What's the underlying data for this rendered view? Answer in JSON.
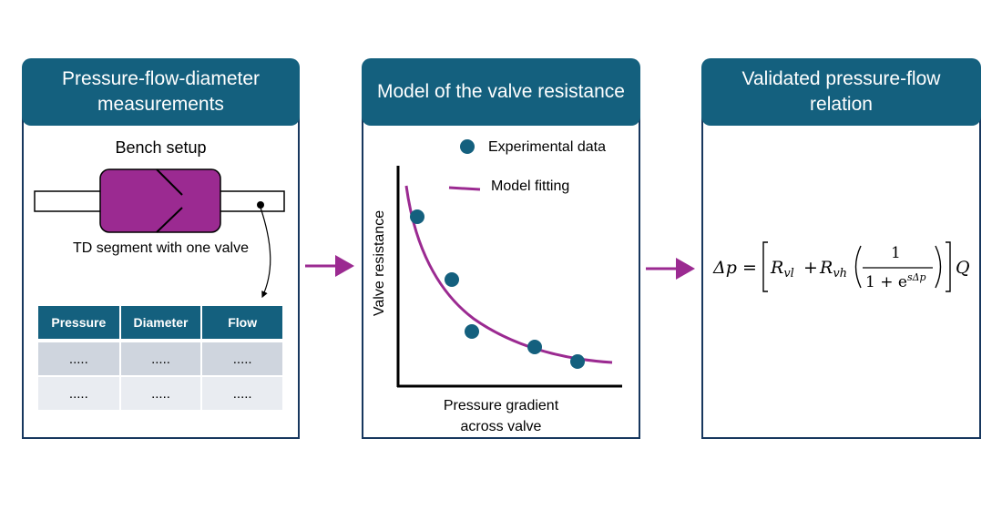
{
  "panels": {
    "left": {
      "title": "Pressure-flow-diameter measurements",
      "subtitle": "Bench setup",
      "caption": "TD segment with one valve",
      "table": {
        "headers": [
          "Pressure",
          "Diameter",
          "Flow"
        ],
        "rows": [
          [
            ".....",
            ".....",
            "....."
          ],
          [
            ".....",
            ".....",
            "....."
          ]
        ]
      }
    },
    "middle": {
      "title": "Model of the valve resistance",
      "legend": {
        "data_label": "Experimental data",
        "fit_label": "Model fitting"
      },
      "ylabel": "Valve resistance",
      "xlabel_line1": "Pressure gradient",
      "xlabel_line2": "across valve"
    },
    "right": {
      "title": "Validated pressure-flow relation",
      "equation": {
        "lhs": "Δp",
        "eq": "=",
        "r1": "R",
        "r1_sub": "vl",
        "plus": "+",
        "r2": "R",
        "r2_sub": "vh",
        "numerator": "1",
        "denominator": "1 + e",
        "exponent": "sΔp",
        "tail": "Q"
      }
    }
  },
  "colors": {
    "header_bg": "#14607e",
    "panel_border": "#17375e",
    "valve_fill": "#9b2a91",
    "curve": "#9b2a91",
    "arrow": "#9b2a91",
    "points": "#14607e"
  }
}
